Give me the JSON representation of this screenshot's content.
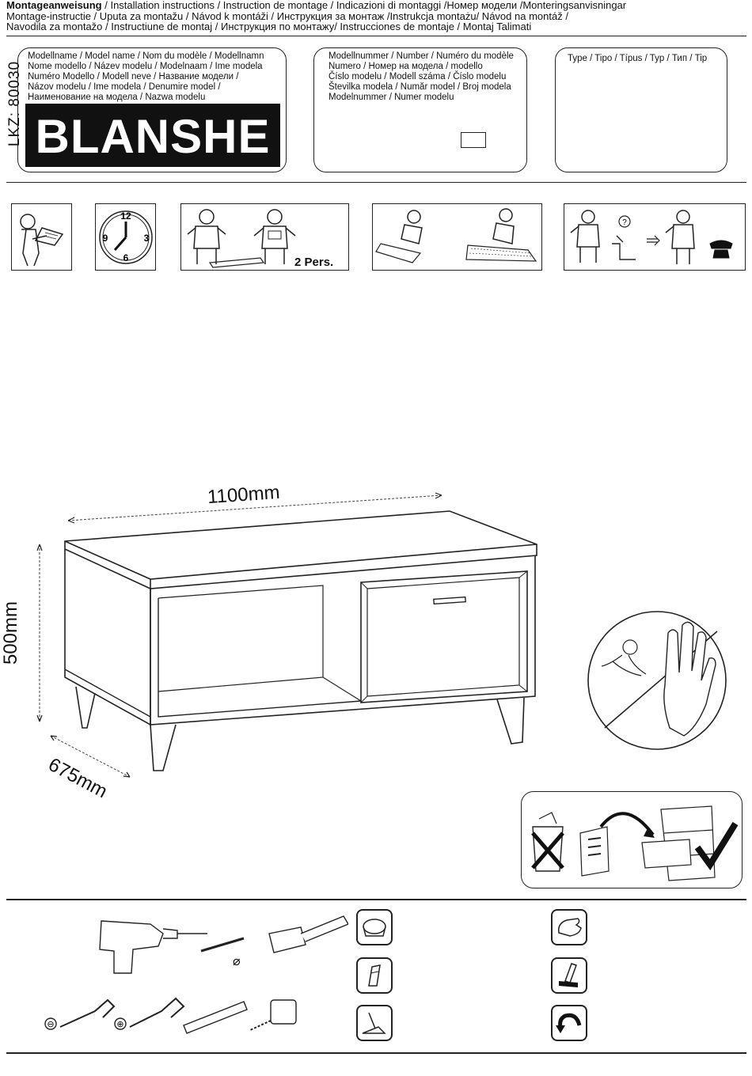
{
  "header": {
    "lead": "Montageanweisung",
    "line1_rest": " / Installation instructions / Instruction de montage / Indicazioni di montaggi /Номер модели /Monteringsanvisningar",
    "line2": "Montage-instructie / Uputa za montažu / Návod k montáži / Инструкция за монтаж /Instrukcja montażu/ Návod na montáž /",
    "line3": "Navodila za montažo / Instructiune de montaj / Инструкция по монтажу/ Instrucciones de montaje / Montaj Talimati"
  },
  "lkz": "LKZ: 80030",
  "model_name_box": {
    "lines": [
      "Modellname / Model name / Nom du modèle / Modellnamn",
      "Nome modello / Název modelu / Modelnaam / Ime modela",
      "Numéro Modello / Modell neve / Название модели /",
      "Názov modelu / Ime modela / Denumire model /",
      "Наименование на модела / Nazwa modelu"
    ],
    "model": "BLANSHE"
  },
  "model_number_box": {
    "lines": [
      "Modellnummer / Number / Numéro du modèle",
      "Numero /  Номер на модела / modello",
      "Číslo modelu / Modell száma / Číslo modelu",
      "Številka modela / Număr model / Broj modela",
      "Modelnummer / Numer modelu"
    ]
  },
  "type_box": {
    "label": "Type / Tipo / Típus / Typ / Тип / Tip"
  },
  "icons": {
    "persons_label": "2 Pers.",
    "clock_numbers": [
      "12",
      "3",
      "6",
      "9"
    ]
  },
  "dimensions": {
    "width": "1100mm",
    "height": "500mm",
    "depth": "675mm"
  },
  "tools": {
    "diameter_symbol": "⌀",
    "flat_symbol": "⊖",
    "phillips_symbol": "⊕"
  },
  "colors": {
    "ink": "#111111",
    "paper": "#ffffff"
  }
}
